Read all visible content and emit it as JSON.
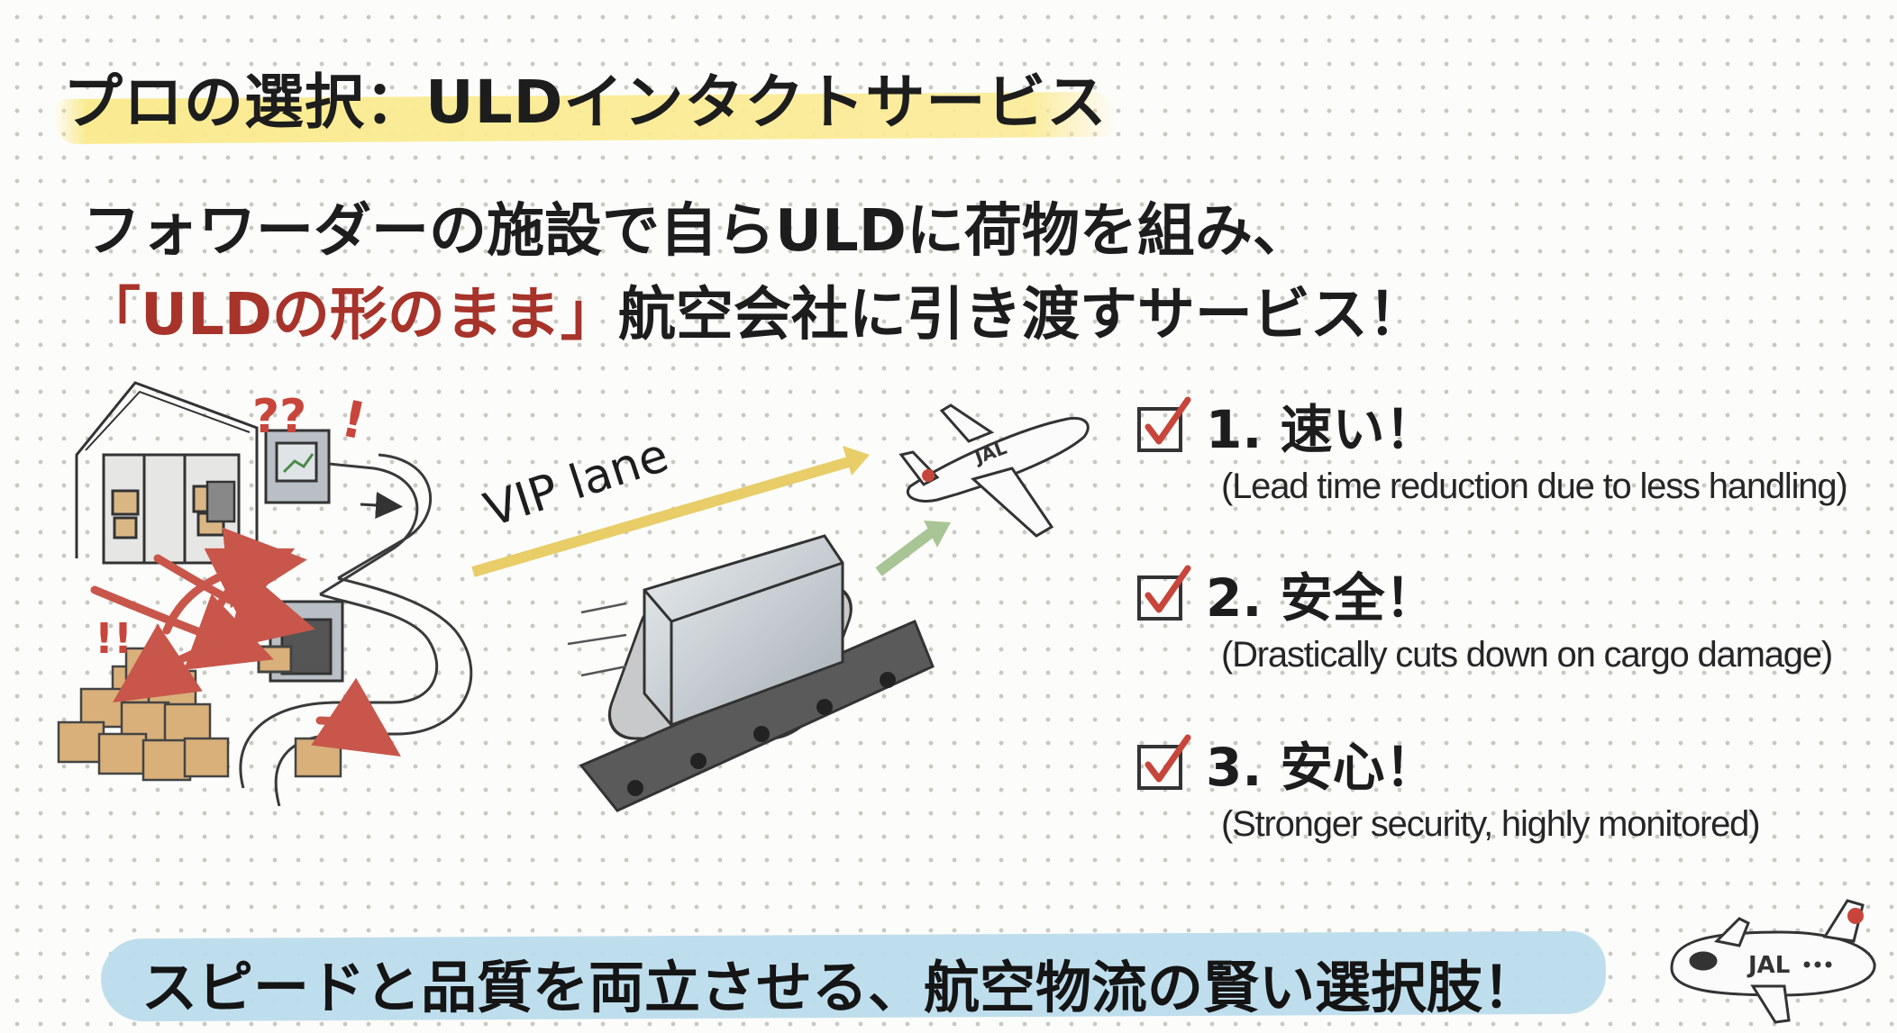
{
  "title": "プロの選択：ULDインタクトサービス",
  "headline": {
    "line1": "フォワーダーの施設で自らULDに荷物を組み、",
    "line2_highlight": "「ULDの形のまま」",
    "line2_rest": "航空会社に引き渡すサービス！"
  },
  "illustration": {
    "question_marks": "??",
    "exclaim_top": "!",
    "exclaim_left": "!!",
    "vip_lane": "VIP lane",
    "jal_logo": "JAL"
  },
  "benefits": [
    {
      "label": "1. 速い！",
      "sub": "(Lead time reduction due to less handling)"
    },
    {
      "label": "2. 安全！",
      "sub": "(Drastically cuts down on cargo damage)"
    },
    {
      "label": "3. 安心！",
      "sub": "(Stronger security, highly monitored)"
    }
  ],
  "banner": "スピードと品質を両立させる、航空物流の賢い選択肢！",
  "mascot_logo": "JAL",
  "colors": {
    "accent_red": "#a7332a",
    "check_red": "#c8453b",
    "highlight_yellow": "#faea8c",
    "banner_blue": "#bcdcec"
  }
}
